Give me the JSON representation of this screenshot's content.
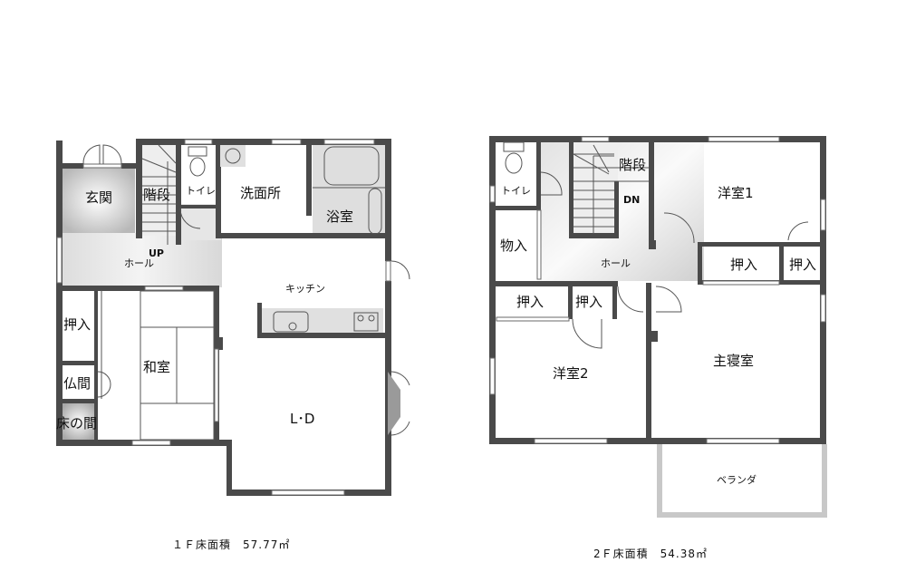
{
  "floor1": {
    "rooms": {
      "genkan": "玄関",
      "kaidan": "階段",
      "toilet": "トイレ",
      "senmenjo": "洗面所",
      "yokushitsu": "浴室",
      "hall": "ホール",
      "up": "UP",
      "kitchen": "キッチン",
      "oshiire": "押入",
      "washitsu": "和室",
      "butsuma": "仏間",
      "tokonoma": "床の間",
      "ld": "L･D"
    },
    "area_label": "１Ｆ床面積　57.77㎡"
  },
  "floor2": {
    "rooms": {
      "toilet": "トイレ",
      "kaidan": "階段",
      "dn": "DN",
      "yoshitsu1": "洋室1",
      "monoire": "物入",
      "hall": "ホール",
      "oshiire_a": "押入",
      "oshiire_b": "押入",
      "oshiire_c": "押入",
      "oshiire_d": "押入",
      "yoshitsu2": "洋室2",
      "shushinshitsu": "主寝室",
      "veranda": "ベランダ"
    },
    "area_label": "2Ｆ床面積　54.38㎡"
  },
  "colors": {
    "wall": "#4a4a4a",
    "shade": "#d4d4d4",
    "veranda_rail": "#c8c8c8"
  }
}
